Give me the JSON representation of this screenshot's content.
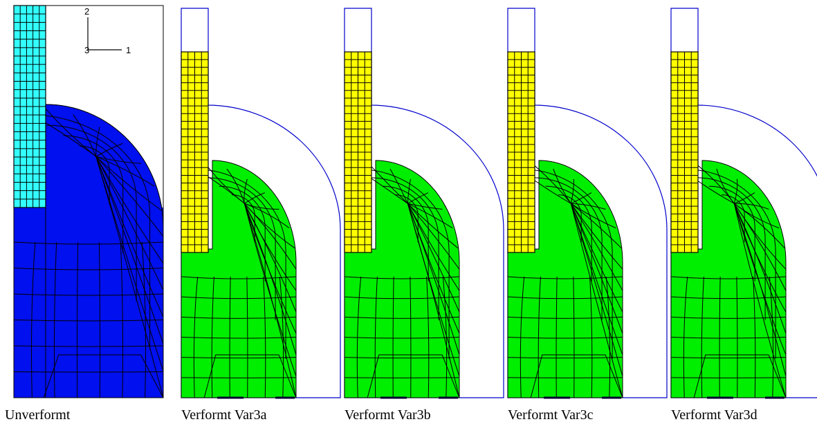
{
  "panels": [
    {
      "id": "unverformt",
      "caption": "Unverformt"
    },
    {
      "id": "var3a",
      "caption": "Verformt Var3a"
    },
    {
      "id": "var3b",
      "caption": "Verformt Var3b"
    },
    {
      "id": "var3c",
      "caption": "Verformt Var3c"
    },
    {
      "id": "var3d",
      "caption": "Verformt Var3d"
    }
  ],
  "triad": {
    "axis_2": "2",
    "axis_1": "1",
    "axis_3": "3"
  },
  "colors": {
    "undeformed_tool": "#33ffff",
    "undeformed_body": "#0010ee",
    "deformed_tool": "#ffff00",
    "deformed_body": "#00ee00",
    "outline": "#0000cc",
    "mesh_line": "#000000"
  }
}
